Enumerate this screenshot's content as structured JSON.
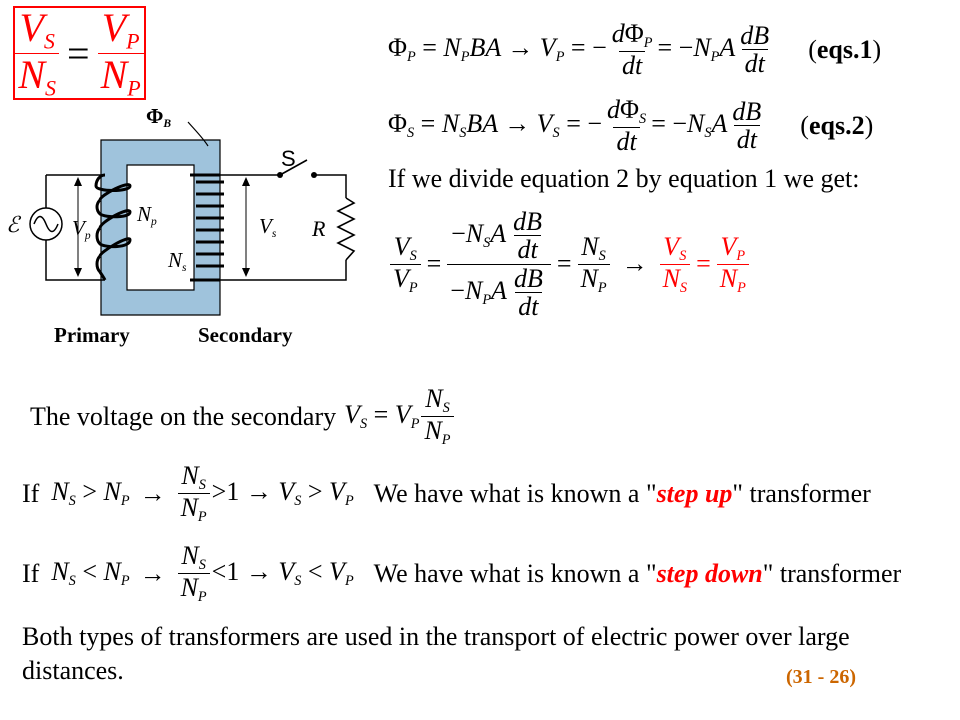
{
  "box_formula": {
    "lhs_num": "V",
    "lhs_num_sub": "S",
    "lhs_den": "N",
    "lhs_den_sub": "S",
    "rhs_num": "V",
    "rhs_num_sub": "P",
    "rhs_den": "N",
    "rhs_den_sub": "P"
  },
  "diagram": {
    "flux_label": "Φ",
    "flux_sub": "B",
    "emf_label": "ℰ",
    "vp_label": "V",
    "vp_sub": "p",
    "np_label": "N",
    "np_sub": "p",
    "ns_label": "N",
    "ns_sub": "s",
    "vs_label": "V",
    "vs_sub": "s",
    "switch_label": "S",
    "resistor_label": "R",
    "primary_label": "Primary",
    "secondary_label": "Secondary"
  },
  "eq1": {
    "tag_open": "(",
    "tag": "eqs.1",
    "tag_close": ")"
  },
  "eq2": {
    "tag_open": "(",
    "tag": "eqs.2",
    "tag_close": ")"
  },
  "divide_text": "If we divide  equation 2 by equation 1 we get:",
  "secondary_text": "The voltage on the secondary",
  "step_up": {
    "if": "If",
    "prefix": "We have what is known a \"",
    "em": "step up",
    "suffix": "\" transformer"
  },
  "step_down": {
    "if": "If",
    "prefix": "We have what is known a \"",
    "em": "step down",
    "suffix": "\" transformer"
  },
  "closing_text": "Both types of transformers are used in the transport of electric power over large distances.",
  "slide_number": "(31 - 26)",
  "colors": {
    "red": "#ff0000",
    "core": "#9fc3dc",
    "slide_number": "#cc6600",
    "box_border": "#ff0000"
  }
}
